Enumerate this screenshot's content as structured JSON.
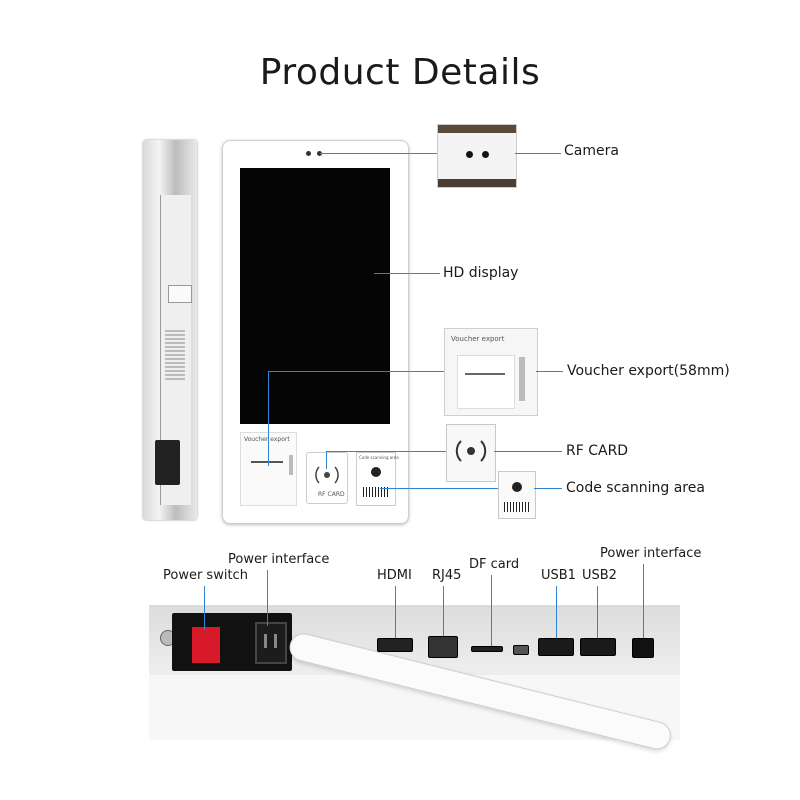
{
  "page": {
    "title": "Product Details"
  },
  "callouts": {
    "camera": "Camera",
    "hd_display": "HD display",
    "voucher_export": "Voucher export(58mm)",
    "rf_card": "RF CARD",
    "code_scanning": "Code scanning area"
  },
  "embedded": {
    "voucher_small": "Voucher export",
    "rf_small": "RF CARD",
    "scan_small": "Code scanning area"
  },
  "ports": {
    "power_switch": "Power switch",
    "power_interface_left": "Power interface",
    "hdmi": "HDMI",
    "rj45": "RJ45",
    "df_card": "DF card",
    "usb1": "USB1",
    "usb2": "USB2",
    "power_interface_right": "Power interface"
  },
  "colors": {
    "callout_line": "#2f84d6",
    "switch": "#d7192a",
    "screen": "#050505"
  }
}
